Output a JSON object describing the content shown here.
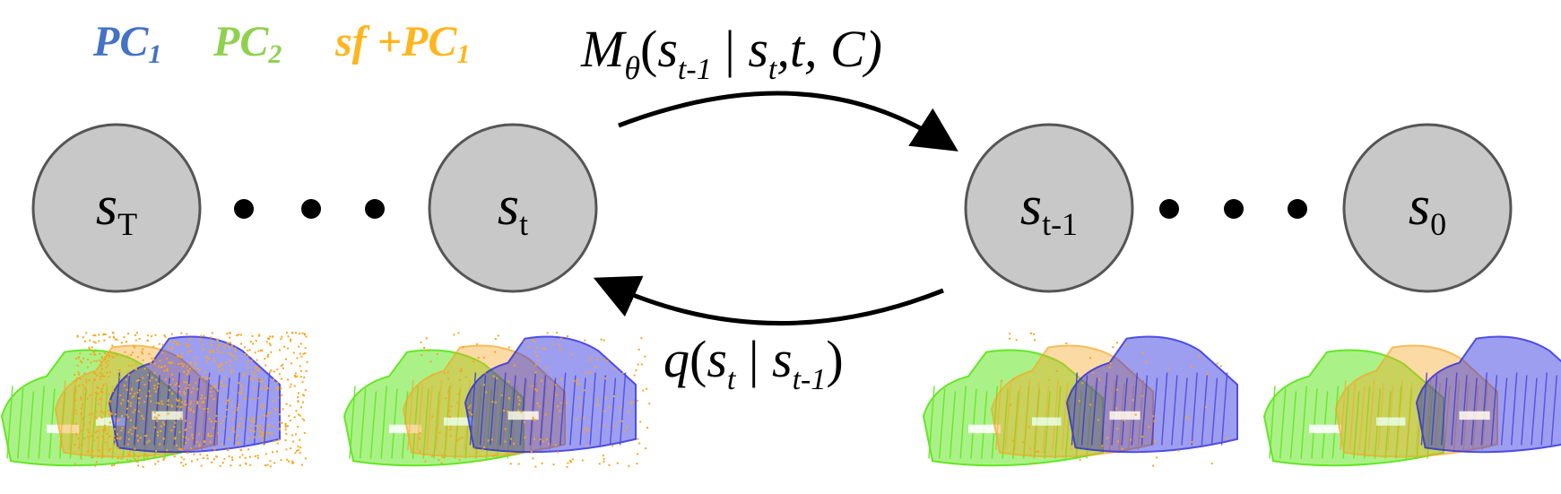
{
  "legend": [
    {
      "main": "PC",
      "sub": "1",
      "prefix": "",
      "color": "#4472C4"
    },
    {
      "main": "PC",
      "sub": "2",
      "prefix": "",
      "color": "#8FD14F"
    },
    {
      "main": "PC",
      "sub": "1",
      "prefix": "sf +",
      "color": "#FFB61E"
    }
  ],
  "forward_label": {
    "M": "M",
    "theta": "θ",
    "open": "(",
    "s1": "s",
    "s1_sub": "t-1",
    "bar": " | ",
    "s2": "s",
    "s2_sub": "t",
    "rest": ",t, C)"
  },
  "reverse_label": {
    "q": "q",
    "open": "(",
    "s1": "s",
    "s1_sub": "t",
    "bar": " | ",
    "s2": "s",
    "s2_sub": "t-1",
    "close": ")"
  },
  "nodes": [
    {
      "main": "s",
      "sub": "T"
    },
    {
      "main": "s",
      "sub": "t"
    },
    {
      "main": "s",
      "sub": "t-1"
    },
    {
      "main": "s",
      "sub": "0"
    }
  ],
  "colors": {
    "node_fill": "#C8C8C8",
    "node_stroke": "#555555",
    "arrow": "#000000",
    "cloud_green": "#5CE61A",
    "cloud_blue": "#2222DD",
    "cloud_orange": "#F5A623"
  }
}
